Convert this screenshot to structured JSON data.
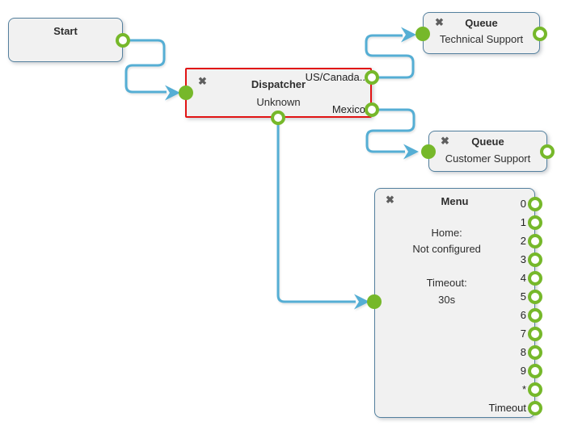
{
  "colors": {
    "port_green": "#76b82a",
    "connector_blue": "#55aed4",
    "node_border": "#54809e",
    "selection_red": "#e11414",
    "node_fill": "#f1f1f1",
    "canvas_background": "#ffffff"
  },
  "nodes": {
    "start": {
      "title": "Start"
    },
    "dispatcher": {
      "close_icon": "✖",
      "title": "Dispatcher",
      "subtitle": "Unknown",
      "selected": true,
      "output_labels": [
        "US/Canada..",
        "Mexico"
      ]
    },
    "queue_technical": {
      "close_icon": "✖",
      "title": "Queue",
      "subtitle": "Technical Support"
    },
    "queue_customer": {
      "close_icon": "✖",
      "title": "Queue",
      "subtitle": "Customer Support"
    },
    "menu": {
      "close_icon": "✖",
      "title": "Menu",
      "home_label": "Home:",
      "home_value": "Not configured",
      "timeout_label": "Timeout:",
      "timeout_value": "30s",
      "port_labels": [
        "0",
        "1",
        "2",
        "3",
        "4",
        "5",
        "6",
        "7",
        "8",
        "9",
        "*",
        "Timeout"
      ]
    }
  }
}
